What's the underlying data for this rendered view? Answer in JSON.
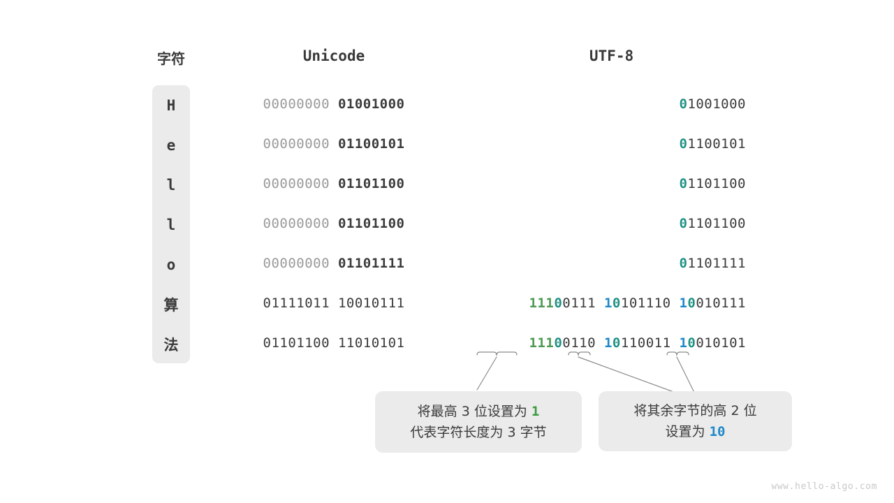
{
  "headers": {
    "character": "字符",
    "unicode": "Unicode",
    "utf8": "UTF-8"
  },
  "rows": [
    {
      "char": "H",
      "unicode_pad": "00000000",
      "unicode_low": "01001000",
      "utf8_full": "01001000",
      "utf8_segments": [
        {
          "text": "0",
          "style": "teal"
        },
        {
          "text": "1001000",
          "style": "dark"
        }
      ]
    },
    {
      "char": "e",
      "unicode_pad": "00000000",
      "unicode_low": "01100101",
      "utf8_full": "01100101",
      "utf8_segments": [
        {
          "text": "0",
          "style": "teal"
        },
        {
          "text": "1100101",
          "style": "dark"
        }
      ]
    },
    {
      "char": "l",
      "unicode_pad": "00000000",
      "unicode_low": "01101100",
      "utf8_full": "01101100",
      "utf8_segments": [
        {
          "text": "0",
          "style": "teal"
        },
        {
          "text": "1101100",
          "style": "dark"
        }
      ]
    },
    {
      "char": "l",
      "unicode_pad": "00000000",
      "unicode_low": "01101100",
      "utf8_full": "01101100",
      "utf8_segments": [
        {
          "text": "0",
          "style": "teal"
        },
        {
          "text": "1101100",
          "style": "dark"
        }
      ]
    },
    {
      "char": "o",
      "unicode_pad": "00000000",
      "unicode_low": "01101111",
      "utf8_full": "01101111",
      "utf8_segments": [
        {
          "text": "0",
          "style": "teal"
        },
        {
          "text": "1101111",
          "style": "dark"
        }
      ]
    },
    {
      "char": "算",
      "cjk": true,
      "unicode_plain": "01111011 10010111",
      "utf8_full": "11100111 10101110 10010111",
      "utf8_segments": [
        {
          "text": "111",
          "style": "green"
        },
        {
          "text": "0",
          "style": "teal"
        },
        {
          "text": "0111 ",
          "style": "dark"
        },
        {
          "text": "1",
          "style": "blue"
        },
        {
          "text": "0",
          "style": "teal"
        },
        {
          "text": "101110 ",
          "style": "dark"
        },
        {
          "text": "1",
          "style": "blue"
        },
        {
          "text": "0",
          "style": "teal"
        },
        {
          "text": "010111",
          "style": "dark"
        }
      ]
    },
    {
      "char": "法",
      "cjk": true,
      "unicode_plain": "01101100 11010101",
      "utf8_full": "11100110 10110011 10010101",
      "utf8_segments": [
        {
          "text": "111",
          "style": "green"
        },
        {
          "text": "0",
          "style": "teal"
        },
        {
          "text": "0110 ",
          "style": "dark"
        },
        {
          "text": "1",
          "style": "blue"
        },
        {
          "text": "0",
          "style": "teal"
        },
        {
          "text": "110011 ",
          "style": "dark"
        },
        {
          "text": "1",
          "style": "blue"
        },
        {
          "text": "0",
          "style": "teal"
        },
        {
          "text": "010101",
          "style": "dark"
        }
      ]
    }
  ],
  "notes": [
    {
      "id": "note-high-bits",
      "line1_before": "将最高 3 位设置为 ",
      "line1_key": "1",
      "line1_key_color": "green",
      "line2": "代表字符长度为 3 字节"
    },
    {
      "id": "note-continuation-bits",
      "line1": "将其余字节的高 2 位",
      "line2_before": "设置为 ",
      "line2_key": "10",
      "line2_key_color": "blue"
    }
  ],
  "colors": {
    "green": "#4e9a51",
    "teal": "#1f9183",
    "blue": "#1f88c9",
    "dark": "#3a3a3a",
    "pad_gray": "#9a9a9a",
    "box_gray": "#ebebeb",
    "watermark_gray": "#c8c8c8"
  },
  "watermark": "www.hello-algo.com"
}
